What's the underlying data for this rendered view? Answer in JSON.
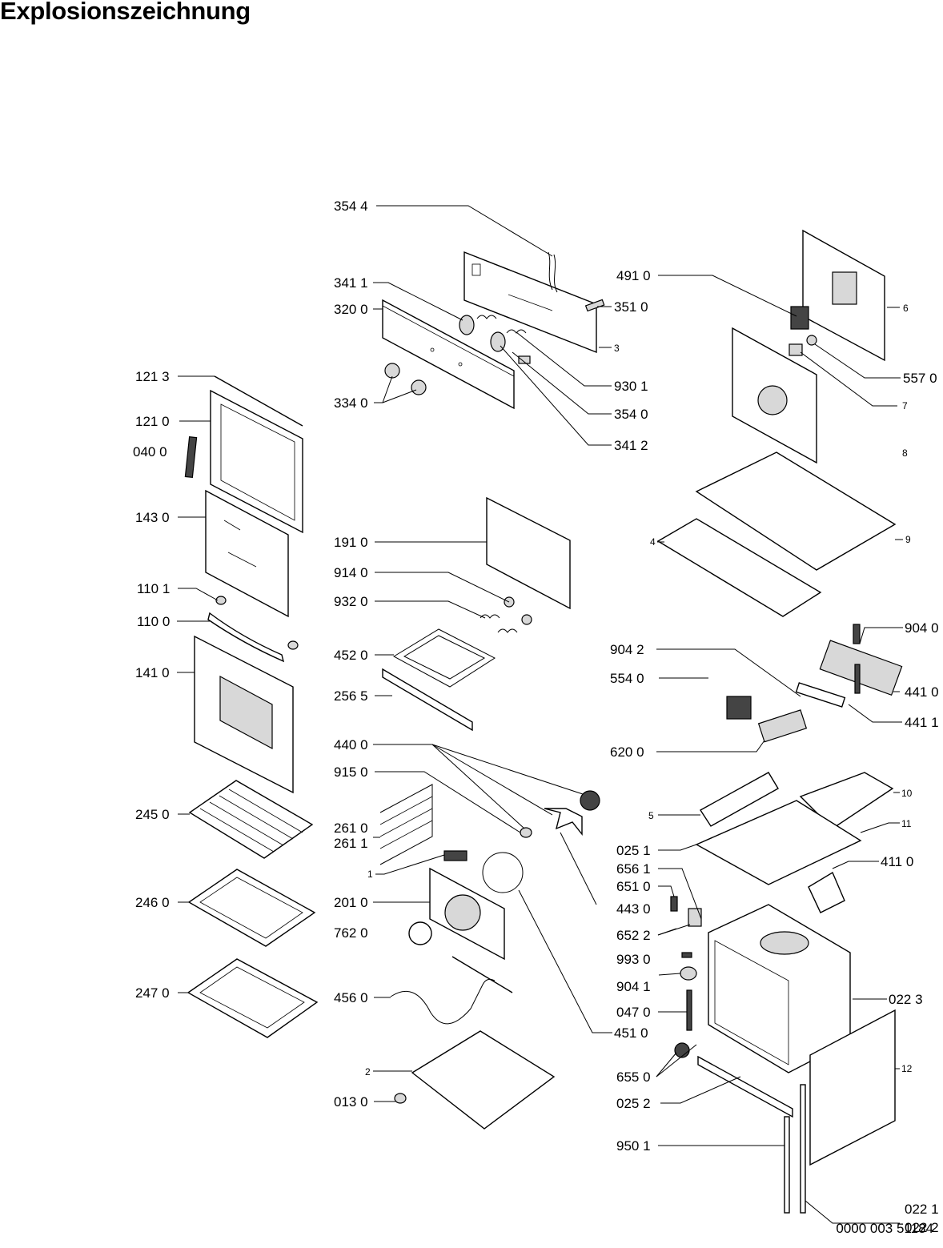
{
  "title": "Explosionszeichnung",
  "document_number": "0000 003 51184",
  "labels": {
    "l3544": "354 4",
    "l3411": "341 1",
    "l3200": "320 0",
    "l3510": "351 0",
    "l3": "3",
    "l3340": "334 0",
    "l9301": "930 1",
    "l3540": "354 0",
    "l3412": "341 2",
    "l4910": "491 0",
    "l6": "6",
    "l5570": "557 0",
    "l7": "7",
    "l8": "8",
    "l1213": "121 3",
    "l1210": "121 0",
    "l0400": "040 0",
    "l1430": "143 0",
    "l1101": "110 1",
    "l1100": "110 0",
    "l1410": "141 0",
    "l1910": "191 0",
    "l9140": "914 0",
    "l9320": "932 0",
    "l4520": "452 0",
    "l2565": "256 5",
    "l4": "4",
    "l9": "9",
    "l9040": "904 0",
    "l9042": "904 2",
    "l5540": "554 0",
    "l4410": "441 0",
    "l4411": "441 1",
    "l6200": "620 0",
    "l4400": "440 0",
    "l9150": "915 0",
    "l2610": "261 0",
    "l2611": "261 1",
    "l1": "1",
    "l2010": "201 0",
    "l7620": "762 0",
    "l4560": "456 0",
    "l4510": "451 0",
    "l2": "2",
    "l0130": "013 0",
    "l2450": "245 0",
    "l2460": "246 0",
    "l2470": "247 0",
    "l10": "10",
    "l5": "5",
    "l11": "11",
    "l0251": "025 1",
    "l4110": "411 0",
    "l6561": "656 1",
    "l6510": "651 0",
    "l4430": "443 0",
    "l6522": "652 2",
    "l9930": "993 0",
    "l9041": "904 1",
    "l0470": "047 0",
    "l0223": "022 3",
    "l6550": "655 0",
    "l12": "12",
    "l0252": "025 2",
    "l9501": "950 1",
    "l0221": "022 1",
    "l0222": "022 2"
  }
}
